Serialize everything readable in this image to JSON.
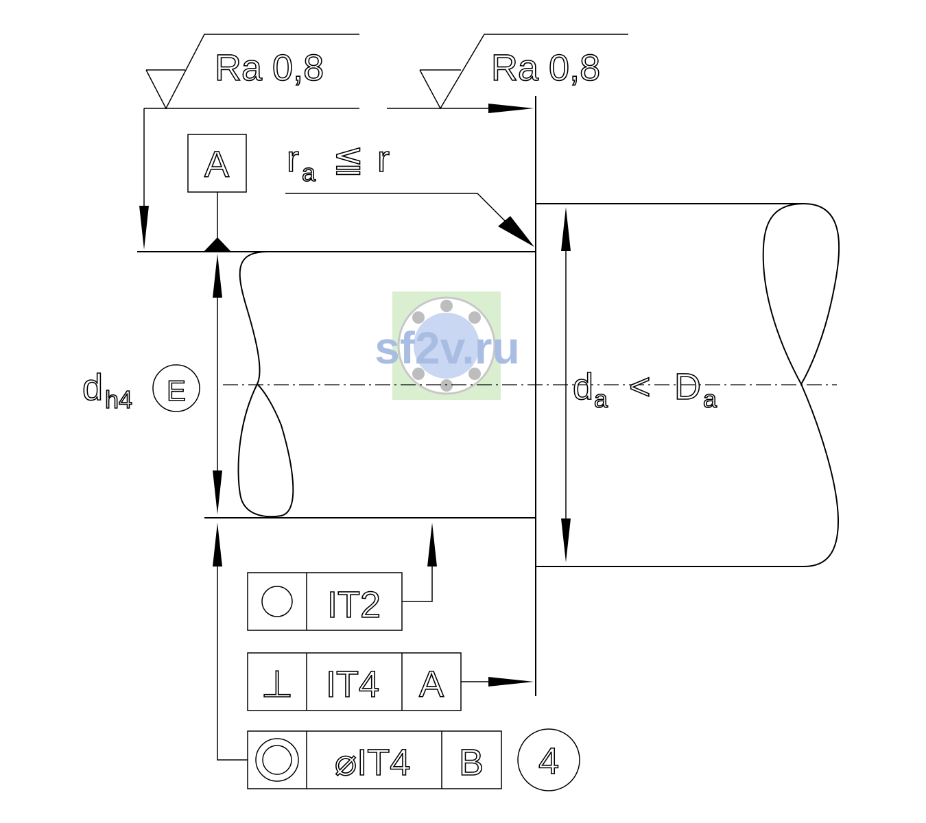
{
  "surface_finish": [
    {
      "label": "Ra 0,8"
    },
    {
      "label": "Ra 0,8"
    }
  ],
  "datum_a": {
    "label": "A"
  },
  "fillet": {
    "main": "r",
    "sub": "a",
    "op": "≦",
    "rhs": "r"
  },
  "shaft_diameter": {
    "main": "d",
    "sub": "h4",
    "envelope": "E"
  },
  "shoulder": {
    "d_main": "d",
    "d_sub": "a",
    "op": "<",
    "D_main": "D",
    "D_sub": "a"
  },
  "frames": {
    "roundness": {
      "tolerance": "IT2"
    },
    "perpendicularity": {
      "symbol": "⊥",
      "tolerance": "IT4",
      "datum": "A"
    },
    "concentricity": {
      "tolerance": "⌀IT4",
      "datum": "B",
      "note": "4"
    }
  },
  "watermark": {
    "text": "sf2v.ru"
  },
  "colors": {
    "line": "#000000",
    "background": "#ffffff",
    "watermark": "#a9bde3",
    "watermark_bg": "#d9efd0"
  }
}
